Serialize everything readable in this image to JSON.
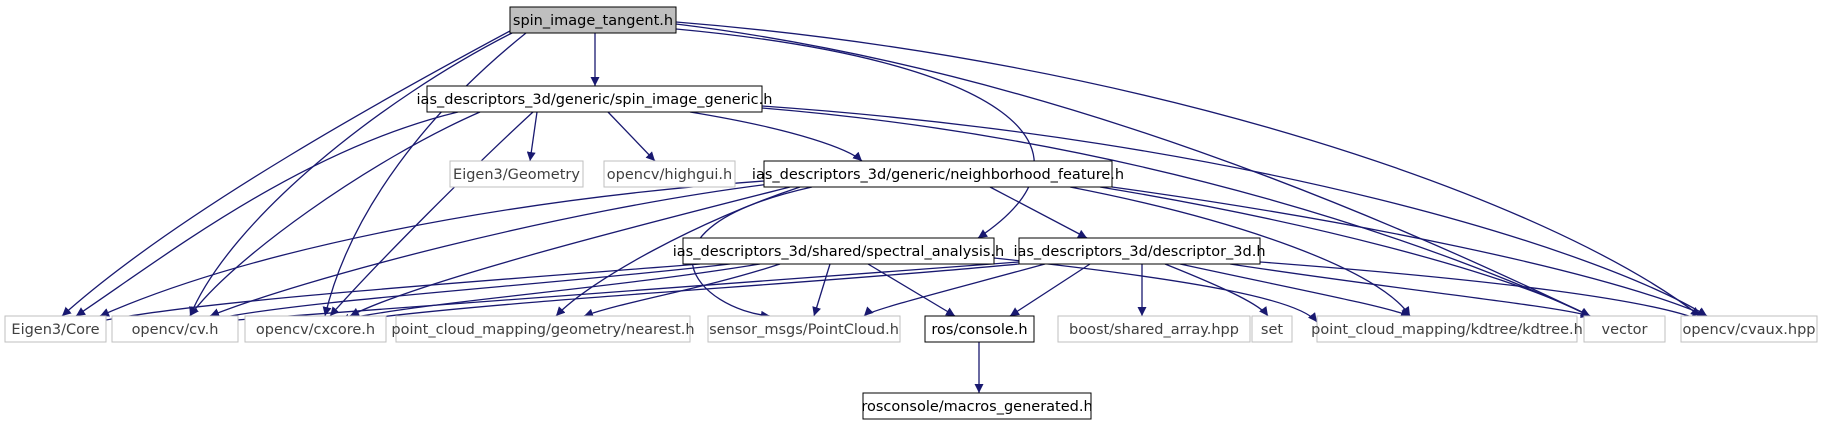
{
  "graph": {
    "colors": {
      "edge": "#191970",
      "focus_fill": "#bfbfbf",
      "focus_border": "#000000",
      "internal_border": "#000000",
      "external_border": "#bfbfbf",
      "external_text": "#404040",
      "internal_text": "#000000",
      "background": "#ffffff"
    },
    "nodes": [
      {
        "id": "sit",
        "label": "spin_image_tangent.h",
        "kind": "focus"
      },
      {
        "id": "sig",
        "label": "ias_descriptors_3d/generic/spin_image_generic.h",
        "kind": "internal"
      },
      {
        "id": "geom",
        "label": "Eigen3/Geometry",
        "kind": "external"
      },
      {
        "id": "hg",
        "label": "opencv/highgui.h",
        "kind": "external"
      },
      {
        "id": "nf",
        "label": "ias_descriptors_3d/generic/neighborhood_feature.h",
        "kind": "internal"
      },
      {
        "id": "sa",
        "label": "ias_descriptors_3d/shared/spectral_analysis.h",
        "kind": "internal"
      },
      {
        "id": "d3",
        "label": "ias_descriptors_3d/descriptor_3d.h",
        "kind": "internal"
      },
      {
        "id": "core",
        "label": "Eigen3/Core",
        "kind": "external"
      },
      {
        "id": "cv",
        "label": "opencv/cv.h",
        "kind": "external"
      },
      {
        "id": "cx",
        "label": "opencv/cxcore.h",
        "kind": "external"
      },
      {
        "id": "near",
        "label": "point_cloud_mapping/geometry/nearest.h",
        "kind": "external"
      },
      {
        "id": "pc",
        "label": "sensor_msgs/PointCloud.h",
        "kind": "external"
      },
      {
        "id": "rc",
        "label": "ros/console.h",
        "kind": "internal"
      },
      {
        "id": "bsa",
        "label": "boost/shared_array.hpp",
        "kind": "external"
      },
      {
        "id": "set",
        "label": "set",
        "kind": "external"
      },
      {
        "id": "kd",
        "label": "point_cloud_mapping/kdtree/kdtree.h",
        "kind": "external"
      },
      {
        "id": "vec",
        "label": "vector",
        "kind": "external"
      },
      {
        "id": "aux",
        "label": "opencv/cvaux.hpp",
        "kind": "external"
      },
      {
        "id": "mg",
        "label": "rosconsole/macros_generated.h",
        "kind": "internal"
      }
    ]
  }
}
